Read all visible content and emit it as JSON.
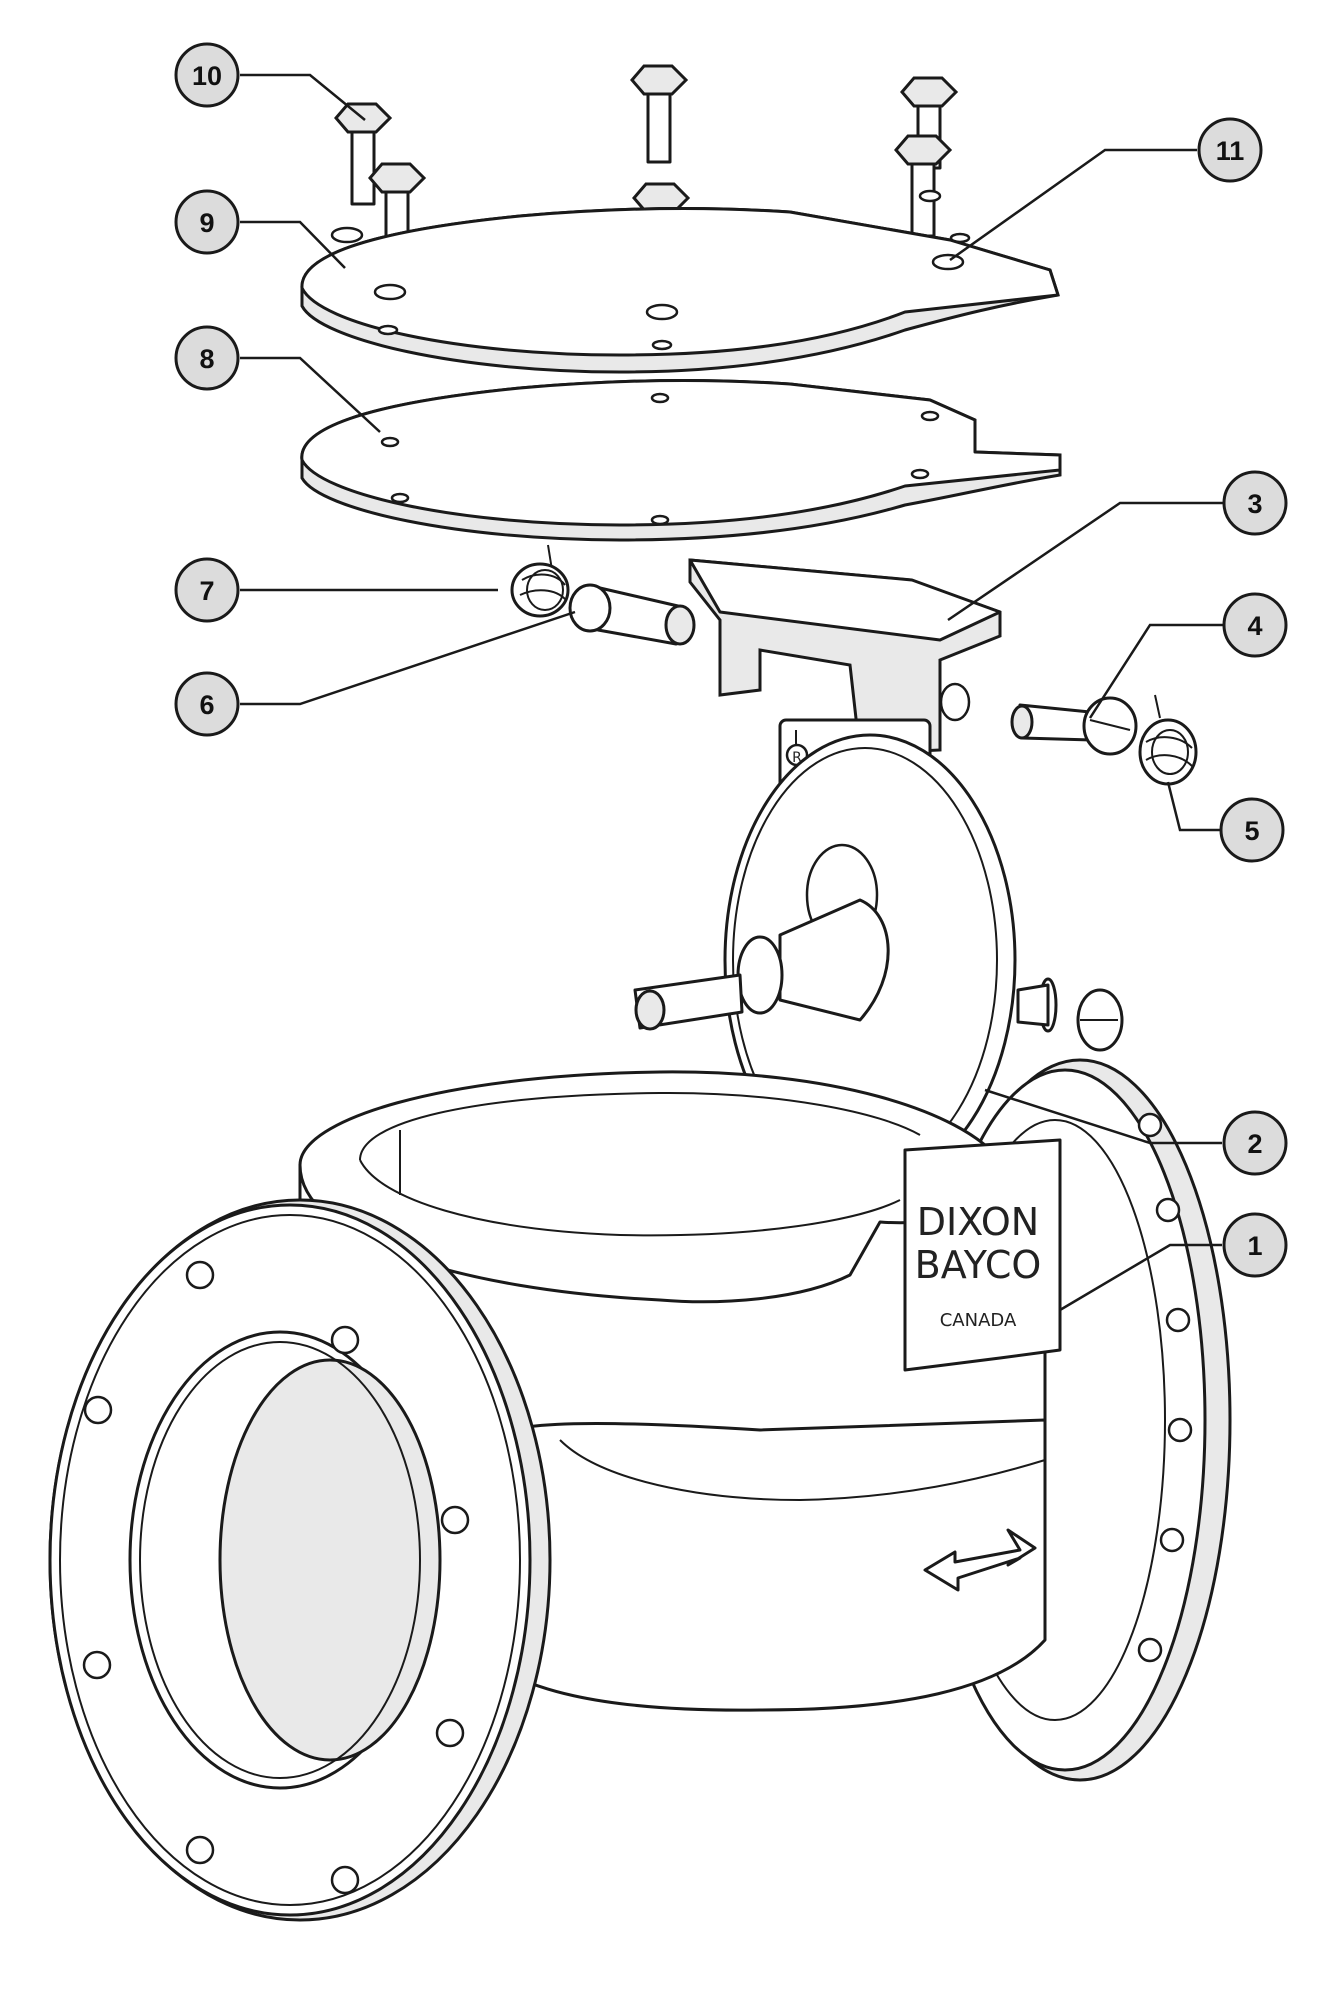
{
  "diagram": {
    "brand_line1": "DIXON",
    "brand_line2": "BAYCO",
    "country": "CANADA",
    "registered_mark": "R",
    "callouts": [
      {
        "id": "callout-1",
        "label": "1"
      },
      {
        "id": "callout-2",
        "label": "2"
      },
      {
        "id": "callout-3",
        "label": "3"
      },
      {
        "id": "callout-4",
        "label": "4"
      },
      {
        "id": "callout-5",
        "label": "5"
      },
      {
        "id": "callout-6",
        "label": "6"
      },
      {
        "id": "callout-7",
        "label": "7"
      },
      {
        "id": "callout-8",
        "label": "8"
      },
      {
        "id": "callout-9",
        "label": "9"
      },
      {
        "id": "callout-10",
        "label": "10"
      },
      {
        "id": "callout-11",
        "label": "11"
      }
    ]
  }
}
